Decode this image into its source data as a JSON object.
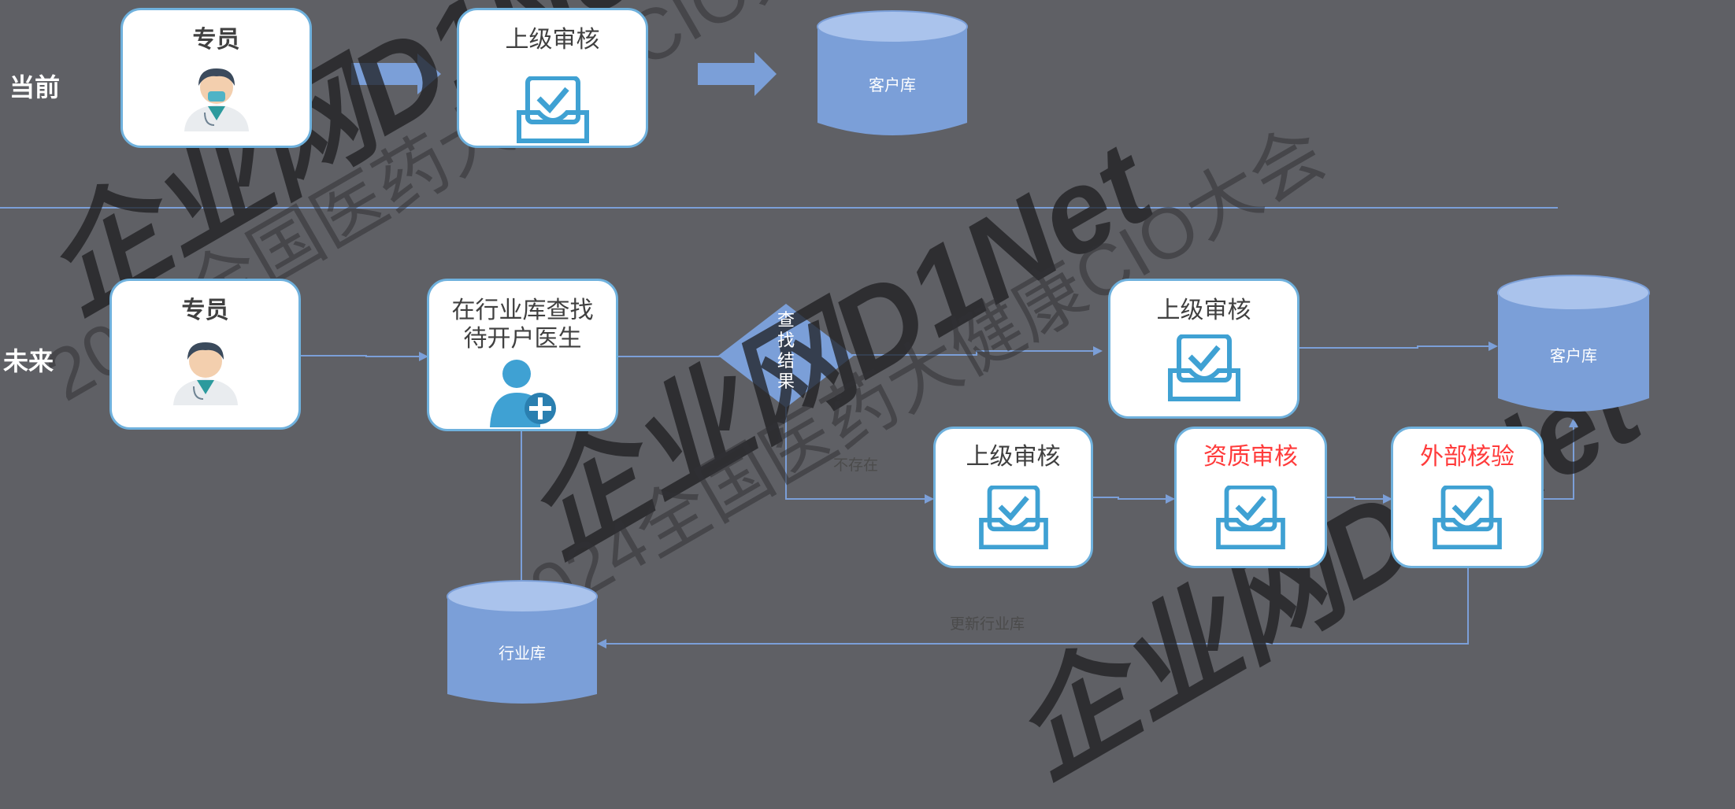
{
  "rows": {
    "current": "当前",
    "future": "未来"
  },
  "current": {
    "staff": "专员",
    "review": "上级审核",
    "customer_db": "客户库"
  },
  "future": {
    "staff": "专员",
    "search_line1": "在行业库查找",
    "search_line2": "待开户医生",
    "decision": "查找结果",
    "review_top": "上级审核",
    "customer_db": "客户库",
    "review_bottom": "上级审核",
    "qualification": "资质审核",
    "external": "外部核验",
    "industry_db": "行业库",
    "label_not_exist": "不存在",
    "label_update": "更新行业库"
  },
  "watermarks": {
    "logo": "企业网D1Net",
    "event": "2024全国医药大健康CIO大会"
  },
  "colors": {
    "background": "#5f6065",
    "card_border": "#6fb1dd",
    "cylinder": "#7b9fd8",
    "cylinder_top": "#aac3ec",
    "arrow": "#7b9fd8",
    "highlight_text": "#ff3b3b",
    "icon": "#3fa1d3"
  }
}
